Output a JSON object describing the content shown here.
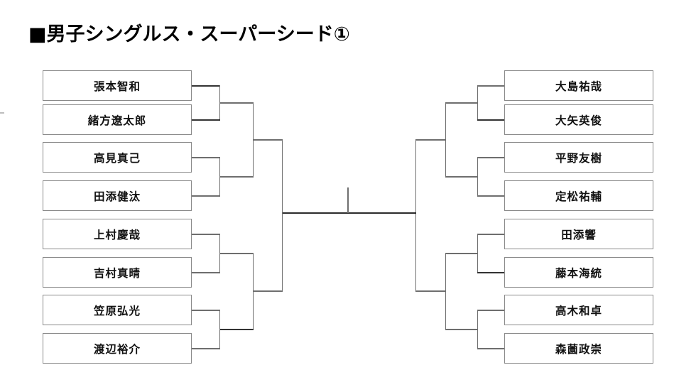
{
  "page": {
    "title": "■男子シングルス・スーパーシード①",
    "background_color": "#ffffff",
    "box_border_color": "#8a8a8a",
    "line_color": "#6e6e6e",
    "text_color": "#111111"
  },
  "bracket": {
    "type": "single-elimination",
    "rounds": 4,
    "total_players": 16,
    "left_half": [
      {
        "name": "張本智和"
      },
      {
        "name": "緒方遼太郎"
      },
      {
        "name": "高見真己"
      },
      {
        "name": "田添健汰"
      },
      {
        "name": "上村慶哉"
      },
      {
        "name": "吉村真晴"
      },
      {
        "name": "笠原弘光"
      },
      {
        "name": "渡辺裕介"
      }
    ],
    "right_half": [
      {
        "name": "大島祐哉"
      },
      {
        "name": "大矢英俊"
      },
      {
        "name": "平野友樹"
      },
      {
        "name": "定松祐輔"
      },
      {
        "name": "田添響"
      },
      {
        "name": "藤本海統"
      },
      {
        "name": "高木和卓"
      },
      {
        "name": "森薗政崇"
      }
    ]
  }
}
